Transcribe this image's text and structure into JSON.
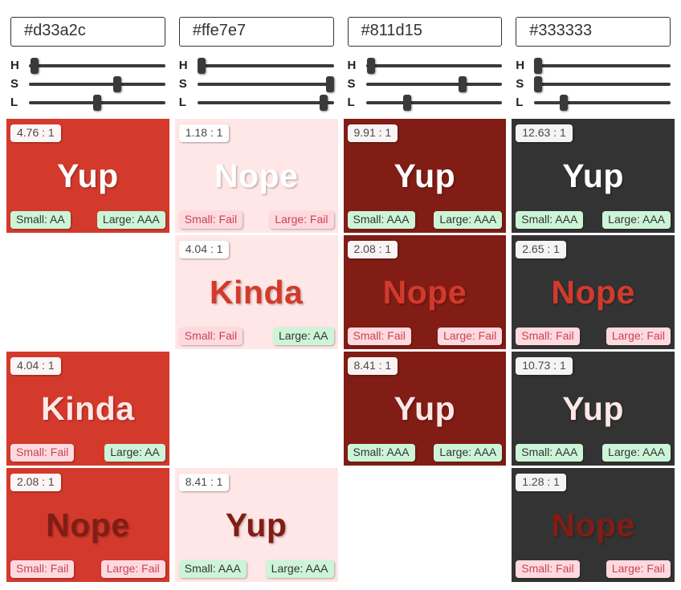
{
  "ui": {
    "slider_labels": {
      "h": "H",
      "s": "S",
      "l": "L"
    },
    "badge_colors": {
      "pass_bg": "#ccf5d7",
      "pass_text": "#333333",
      "fail_bg": "#ffd9e0",
      "fail_text": "#c64550"
    },
    "slider_color": "#3a3a3a",
    "ratio_badge_text_color": "#4a4a4a"
  },
  "columns": [
    {
      "hex": "#d33a2c",
      "hsl": {
        "h": 5,
        "s": 66,
        "l": 50
      },
      "swatches": [
        {
          "ratio": "4.76 : 1",
          "verdict": "Yup",
          "text_color": "#ffffff",
          "small_text": "Small: AA",
          "small_level": "AA",
          "large_text": "Large: AAA",
          "large_level": "AAA"
        },
        {
          "empty": true
        },
        {
          "ratio": "4.04 : 1",
          "verdict": "Kinda",
          "text_color": "#ffe7e7",
          "small_text": "Small: Fail",
          "small_level": "Fail",
          "large_text": "Large: AA",
          "large_level": "AA"
        },
        {
          "ratio": "2.08 : 1",
          "verdict": "Nope",
          "text_color": "#811d15",
          "small_text": "Small: Fail",
          "small_level": "Fail",
          "large_text": "Large: Fail",
          "large_level": "Fail"
        }
      ]
    },
    {
      "hex": "#ffe7e7",
      "hsl": {
        "h": 0,
        "s": 100,
        "l": 95
      },
      "swatches": [
        {
          "ratio": "1.18 : 1",
          "verdict": "Nope",
          "text_color": "#ffffff",
          "small_text": "Small: Fail",
          "small_level": "Fail",
          "large_text": "Large: Fail",
          "large_level": "Fail"
        },
        {
          "ratio": "4.04 : 1",
          "verdict": "Kinda",
          "text_color": "#d33a2c",
          "small_text": "Small: Fail",
          "small_level": "Fail",
          "large_text": "Large: AA",
          "large_level": "AA"
        },
        {
          "empty": true
        },
        {
          "ratio": "8.41 : 1",
          "verdict": "Yup",
          "text_color": "#811d15",
          "small_text": "Small: AAA",
          "small_level": "AAA",
          "large_text": "Large: AAA",
          "large_level": "AAA"
        }
      ]
    },
    {
      "hex": "#811d15",
      "hsl": {
        "h": 4,
        "s": 72,
        "l": 29
      },
      "swatches": [
        {
          "ratio": "9.91 : 1",
          "verdict": "Yup",
          "text_color": "#ffffff",
          "small_text": "Small: AAA",
          "small_level": "AAA",
          "large_text": "Large: AAA",
          "large_level": "AAA"
        },
        {
          "ratio": "2.08 : 1",
          "verdict": "Nope",
          "text_color": "#d33a2c",
          "small_text": "Small: Fail",
          "small_level": "Fail",
          "large_text": "Large: Fail",
          "large_level": "Fail"
        },
        {
          "ratio": "8.41 : 1",
          "verdict": "Yup",
          "text_color": "#ffe7e7",
          "small_text": "Small: AAA",
          "small_level": "AAA",
          "large_text": "Large: AAA",
          "large_level": "AAA"
        },
        {
          "empty": true
        }
      ]
    },
    {
      "hex": "#333333",
      "hsl": {
        "h": 0,
        "s": 0,
        "l": 20
      },
      "swatches": [
        {
          "ratio": "12.63 : 1",
          "verdict": "Yup",
          "text_color": "#ffffff",
          "small_text": "Small: AAA",
          "small_level": "AAA",
          "large_text": "Large: AAA",
          "large_level": "AAA"
        },
        {
          "ratio": "2.65 : 1",
          "verdict": "Nope",
          "text_color": "#d33a2c",
          "small_text": "Small: Fail",
          "small_level": "Fail",
          "large_text": "Large: Fail",
          "large_level": "Fail"
        },
        {
          "ratio": "10.73 : 1",
          "verdict": "Yup",
          "text_color": "#ffe7e7",
          "small_text": "Small: AAA",
          "small_level": "AAA",
          "large_text": "Large: AAA",
          "large_level": "AAA"
        },
        {
          "ratio": "1.28 : 1",
          "verdict": "Nope",
          "text_color": "#811d15",
          "small_text": "Small: Fail",
          "small_level": "Fail",
          "large_text": "Large: Fail",
          "large_level": "Fail"
        }
      ]
    }
  ]
}
